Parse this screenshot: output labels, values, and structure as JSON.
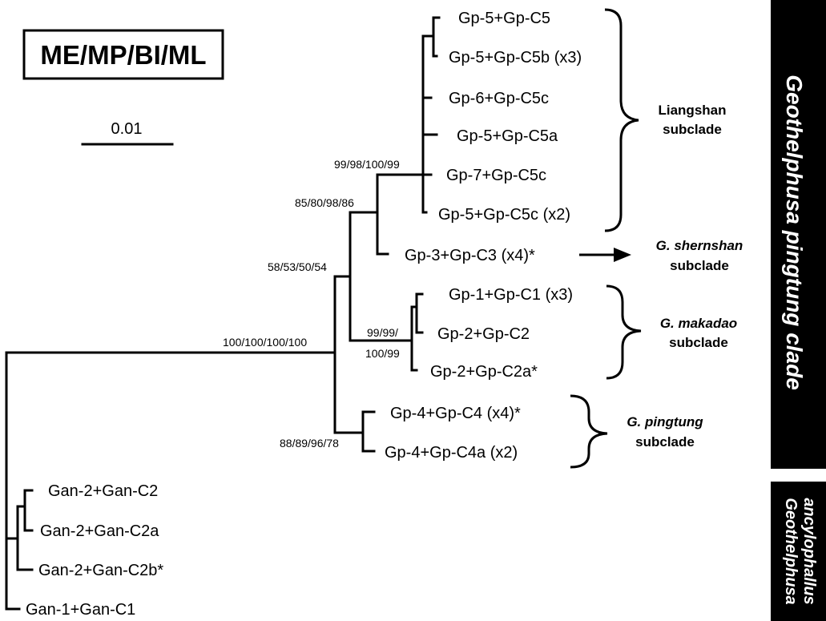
{
  "method_label": "ME/MP/BI/ML",
  "scale_label": "0.01",
  "leaves": [
    "Gp-5+Gp-C5",
    "Gp-5+Gp-C5b (x3)",
    "Gp-6+Gp-C5c",
    "Gp-5+Gp-C5a",
    "Gp-7+Gp-C5c",
    "Gp-5+Gp-C5c (x2)",
    "Gp-3+Gp-C3 (x4)*",
    "Gp-1+Gp-C1 (x3)",
    "Gp-2+Gp-C2",
    "Gp-2+Gp-C2a*",
    "Gp-4+Gp-C4 (x4)*",
    "Gp-4+Gp-C4a (x2)",
    "Gan-2+Gan-C2",
    "Gan-2+Gan-C2a",
    "Gan-2+Gan-C2b*",
    "Gan-1+Gan-C1"
  ],
  "support_values": {
    "liangshan": "99/98/100/99",
    "liangshan_shernshan": "85/80/98/86",
    "inner": "58/53/50/54",
    "makadao_a": "99/99/",
    "makadao_b": "100/99",
    "pingtung": "88/89/96/78",
    "root": "100/100/100/100"
  },
  "subclades": {
    "liangshan": {
      "line1": "Liangshan",
      "line2": "subclade"
    },
    "shernshan": {
      "line1": "G. shernshan",
      "line2": "subclade"
    },
    "makadao": {
      "line1": "G. makadao",
      "line2": "subclade"
    },
    "pingtung": {
      "line1": "G. pingtung",
      "line2": "subclade"
    }
  },
  "side_labels": {
    "pingtung_clade": "Geothelphusa pingtung clade",
    "ancylophallus_line1": "Geothelphusa",
    "ancylophallus_line2": "ancylophallus"
  }
}
